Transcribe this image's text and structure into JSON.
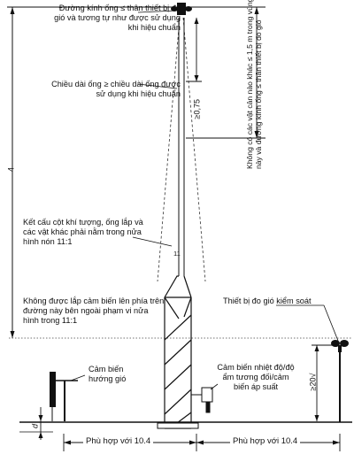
{
  "labels": {
    "diameter_note": "Đường kính ống ≤ thân thiết bị đo gió và tương tự như được sử dụng khi hiệu chuẩn",
    "length_note": "Chiều dài ống ≥ chiều dài ống được sử dụng khi hiệu chuẩn",
    "structure_note": "Kết cấu cột khí tượng, ống lắp và các vật khác phải nằm trong nửa hình nón 11:1",
    "no_sensor_note": "Không được lắp cảm biến lên phía trên đường này bên ngoài phạm vi nửa hình trong 11:1",
    "control_anemometer": "Thiết bị đo gió kiểm soát",
    "wind_direction_sensor": "Cảm biến hướng gió",
    "temp_humidity_sensor": "Cảm biến nhiệt độ/độ ẩm tương đối/cảm biến áp suất",
    "fit_left": "Phù hợp với 10.4",
    "fit_right": "Phù hợp với 10.4",
    "vertical_note": "Không có các vật cản nào khác ≤ 1,5 m trong vùng này và đường kính ống ≤ thân thiết bị đo gió"
  },
  "dimensions": {
    "d075": "≥0,75",
    "height_4": "4",
    "ratio_11": "11",
    "height_20l": "≥20√",
    "d_mark": "d"
  }
}
